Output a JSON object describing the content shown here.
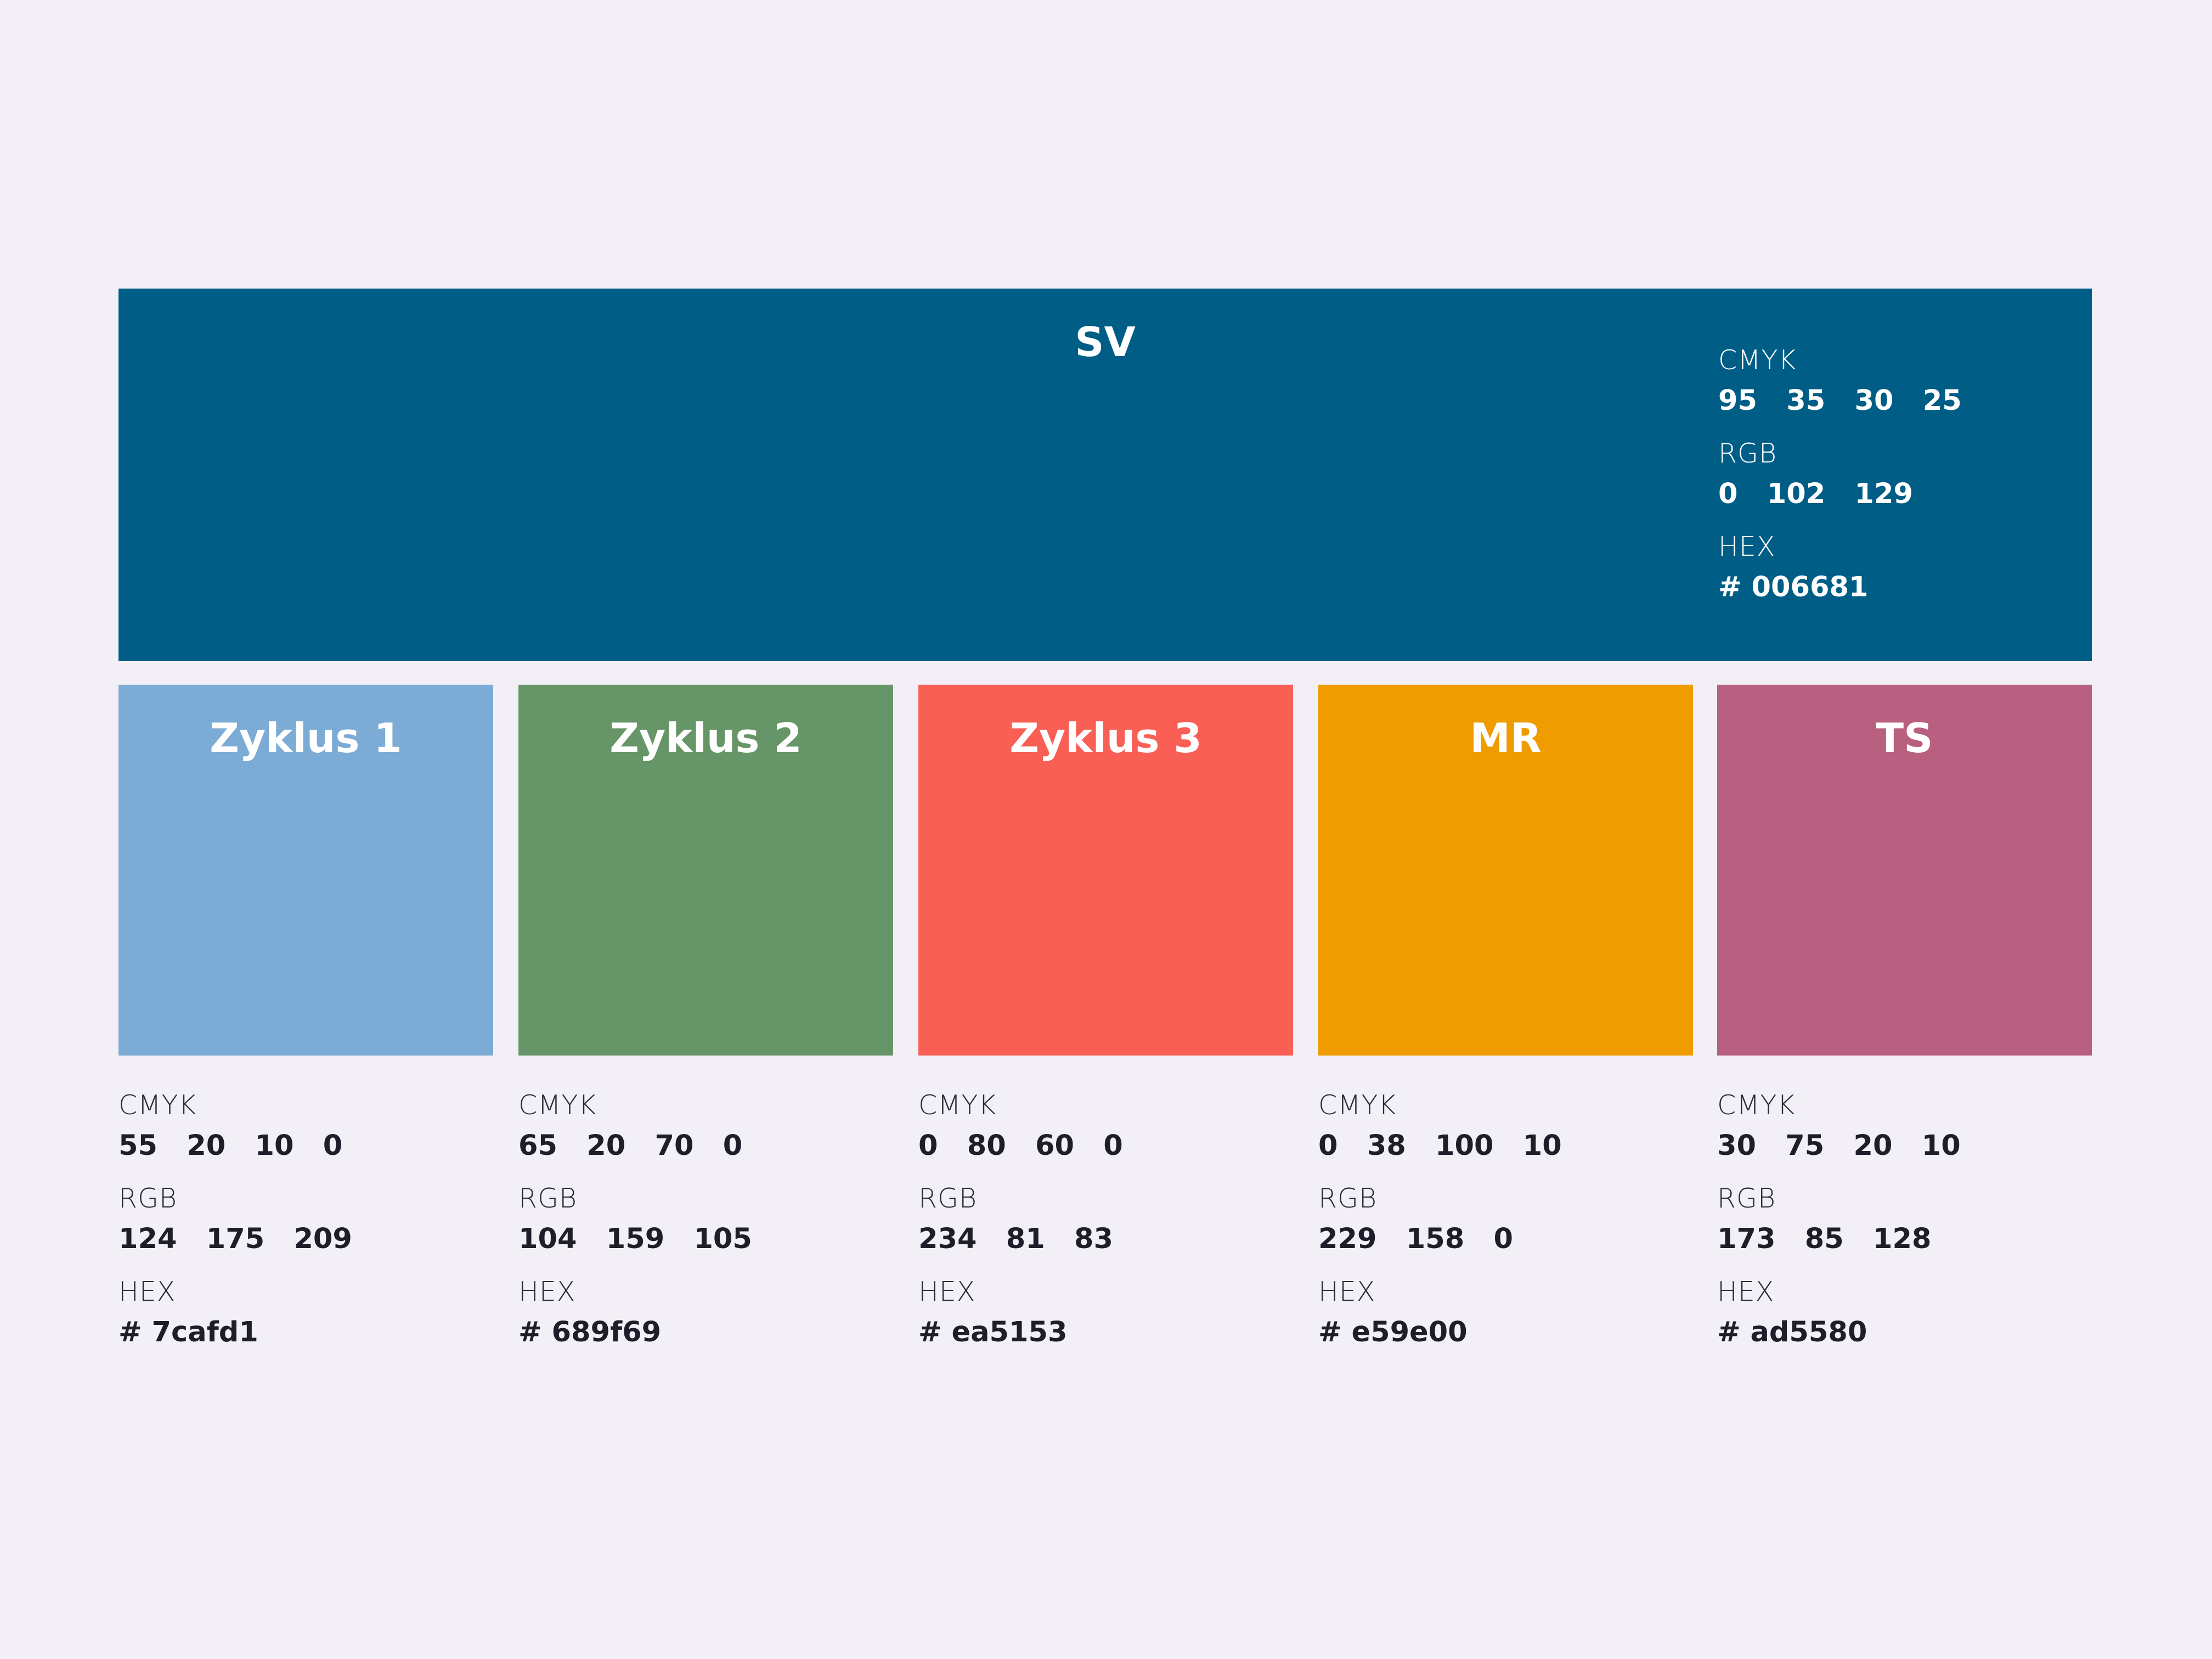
{
  "banner": {
    "title": "SV",
    "color": "#005e86",
    "cmyk_label": "CMYK",
    "cmyk": "95   35   30   25",
    "rgb_label": "RGB",
    "rgb": "0   102   129",
    "hex_label": "HEX",
    "hex": "# 006681"
  },
  "swatches": [
    {
      "title": "Zyklus 1",
      "color": "#7cabd5",
      "cmyk_label": "CMYK",
      "cmyk": "55   20   10   0",
      "rgb_label": "RGB",
      "rgb": "124   175   209",
      "hex_label": "HEX",
      "hex": "# 7cafd1"
    },
    {
      "title": "Zyklus 2",
      "color": "#669667",
      "cmyk_label": "CMYK",
      "cmyk": "65   20   70   0",
      "rgb_label": "RGB",
      "rgb": "104   159   105",
      "hex_label": "HEX",
      "hex": "# 689f69"
    },
    {
      "title": "Zyklus 3",
      "color": "#fa5f56",
      "cmyk_label": "CMYK",
      "cmyk": "0   80   60   0",
      "rgb_label": "RGB",
      "rgb": "234   81   83",
      "hex_label": "HEX",
      "hex": "# ea5153"
    },
    {
      "title": "MR",
      "color": "#ee9c00",
      "cmyk_label": "CMYK",
      "cmyk": "0   38   100   10",
      "rgb_label": "RGB",
      "rgb": "229   158   0",
      "hex_label": "HEX",
      "hex": "# e59e00"
    },
    {
      "title": "TS",
      "color": "#b96081",
      "cmyk_label": "CMYK",
      "cmyk": "30   75   20   10",
      "rgb_label": "RGB",
      "rgb": "173   85   128",
      "hex_label": "HEX",
      "hex": "# ad5580"
    }
  ]
}
